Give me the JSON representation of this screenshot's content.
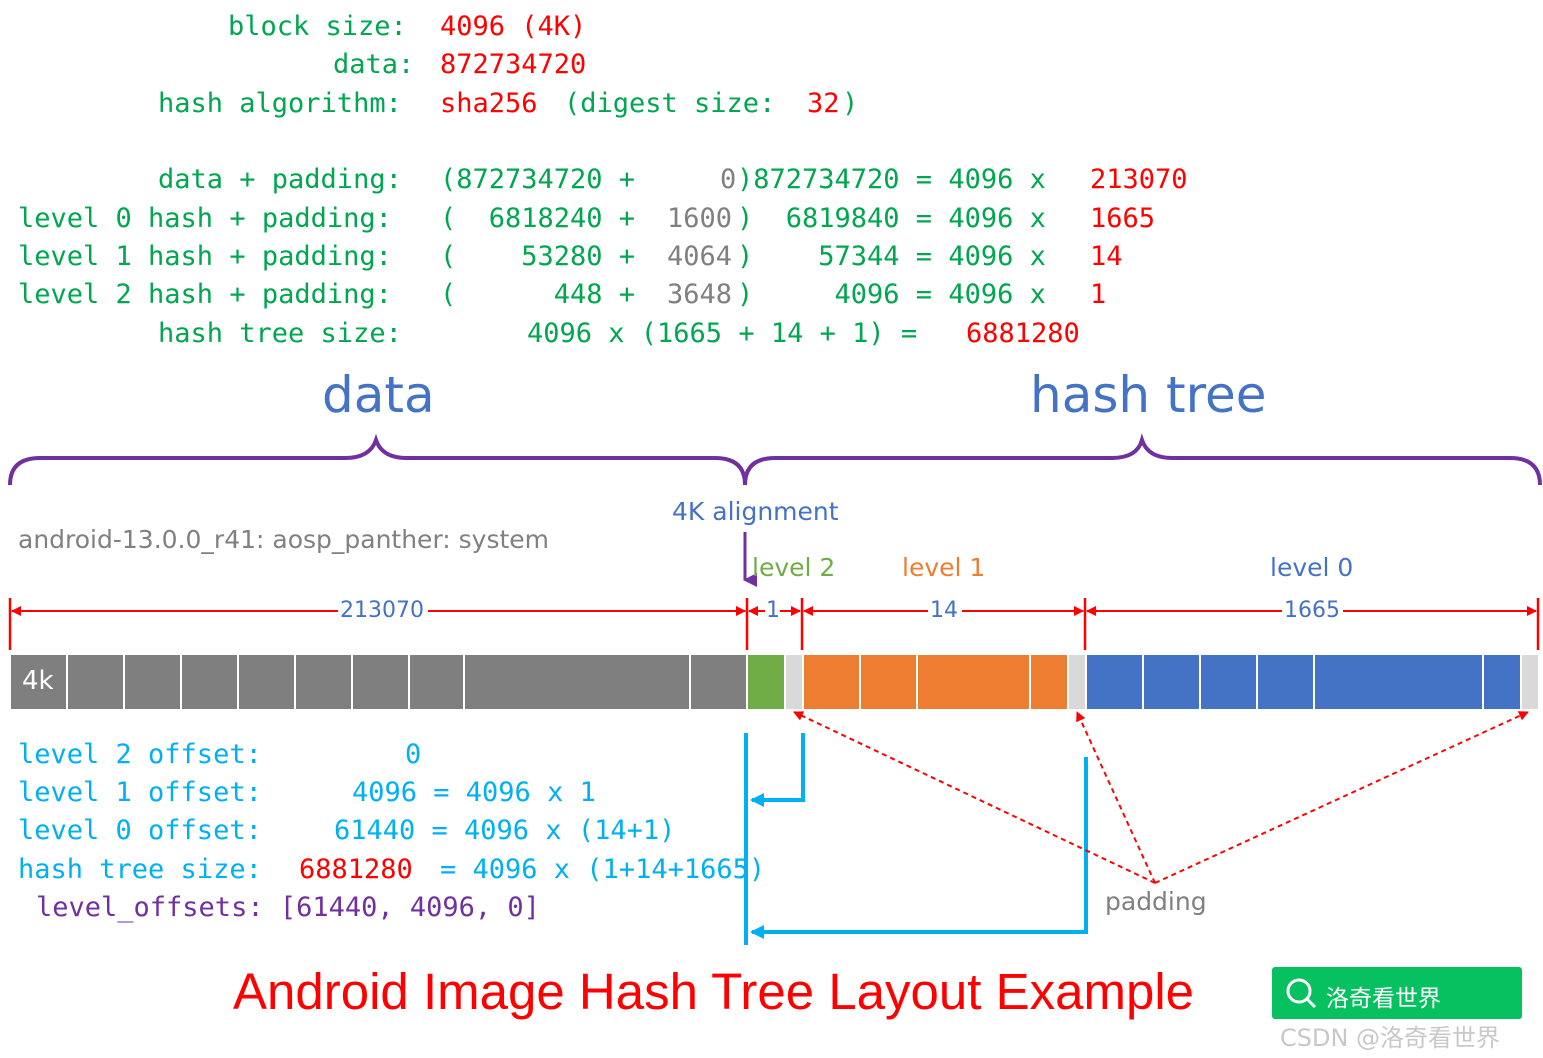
{
  "calc": {
    "block_size": {
      "label": "block size:",
      "value": "4096 (4K)"
    },
    "data": {
      "label": "data:",
      "value": "872734720"
    },
    "hash_algorithm": {
      "label": "hash algorithm:",
      "value_red": "sha256",
      "value_mid": "(digest size:",
      "value_num": "32",
      "value_end": ")"
    },
    "rows": [
      {
        "label": "data + padding:",
        "paren_open": "(872734720 +",
        "pad": "0",
        "paren_close": ")872734720 = 4096 x",
        "mult": "213070"
      },
      {
        "label": "level 0 hash + padding:",
        "paren_open": "(  6818240 +",
        "pad": "1600",
        "paren_close": ")  6819840 = 4096 x",
        "mult": "1665"
      },
      {
        "label": "level 1 hash + padding:",
        "paren_open": "(    53280 +",
        "pad": "4064",
        "paren_close": ")    57344 = 4096 x",
        "mult": "14"
      },
      {
        "label": "level 2 hash + padding:",
        "paren_open": "(      448 +",
        "pad": "3648",
        "paren_close": ")     4096 = 4096 x",
        "mult": "1"
      }
    ],
    "tree_size": {
      "label": "hash tree size:",
      "expr": "4096 x (1665 + 14 + 1) =",
      "value": "6881280"
    }
  },
  "sections": {
    "data": "data",
    "hash_tree": "hash tree"
  },
  "diagram": {
    "build": "android-13.0.0_r41: aosp_panther: system",
    "alignment": "4K alignment",
    "levels": {
      "level2": "level 2",
      "level1": "level 1",
      "level0": "level 0"
    },
    "counts": {
      "data_blocks": "213070",
      "level2": "1",
      "level1": "14",
      "level0": "1665"
    },
    "block_label": "4k",
    "padding": "padding"
  },
  "offsets": {
    "l2": {
      "label": "level 2 offset:",
      "value": "0"
    },
    "l1": {
      "label": "level 1 offset:",
      "value": "4096 = 4096 x 1"
    },
    "l0": {
      "label": "level 0 offset:",
      "value": "61440 = 4096 x (14+1)"
    },
    "tree": {
      "label": "hash tree size:",
      "value": "6881280",
      "expr": "= 4096 x (1+14+1665)"
    },
    "list": "level_offsets: [61440, 4096, 0]"
  },
  "title": "Android Image Hash Tree Layout Example",
  "watermark": {
    "badge": "洛奇看世界",
    "csdn": "CSDN @洛奇看世界"
  },
  "colors": {
    "green": "#00a650",
    "red": "#ff0000",
    "blue": "#4472c4",
    "purple": "#7030a0",
    "cyan": "#00b0f0",
    "orange": "#ed7d31",
    "gray_block": "#7f7f7f",
    "level2_green": "#70ad47"
  }
}
